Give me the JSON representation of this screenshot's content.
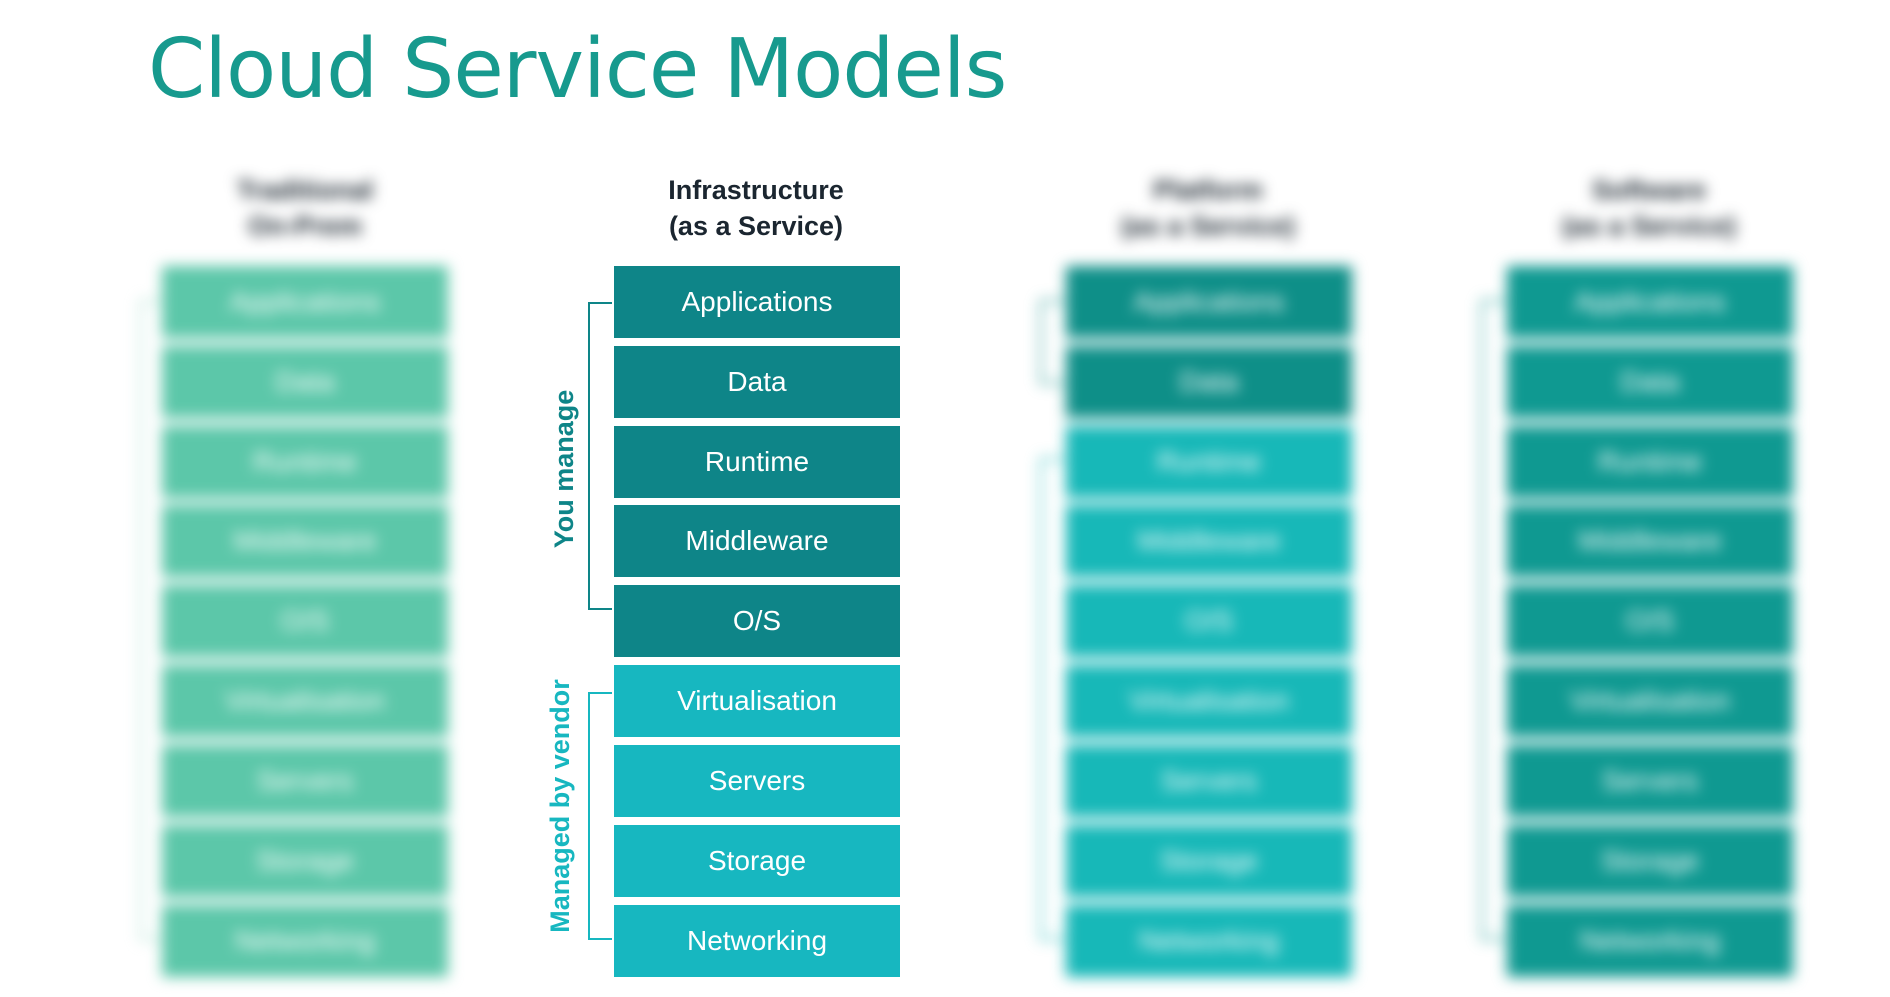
{
  "title": "Cloud Service Models",
  "colors": {
    "title": "#179a8e",
    "you_manage": "#0e8588",
    "vendor": "#17b7c0",
    "onprem": "#5cc7a9",
    "paas_dark": "#0e8f88",
    "paas_light": "#17b8b8",
    "saas": "#0f9991"
  },
  "layers": [
    "Applications",
    "Data",
    "Runtime",
    "Middleware",
    "O/S",
    "Virtualisation",
    "Servers",
    "Storage",
    "Networking"
  ],
  "columns": [
    {
      "key": "onprem",
      "header": "Traditional\nOn-Prem",
      "blurred": true
    },
    {
      "key": "iaas",
      "header": "Infrastructure\n(as a Service)",
      "blurred": false,
      "brackets": [
        {
          "label": "You manage"
        },
        {
          "label": "Managed by vendor"
        }
      ]
    },
    {
      "key": "paas",
      "header": "Platform\n(as a Service)",
      "blurred": true
    },
    {
      "key": "saas",
      "header": "Software\n(as a Service)",
      "blurred": true
    }
  ]
}
